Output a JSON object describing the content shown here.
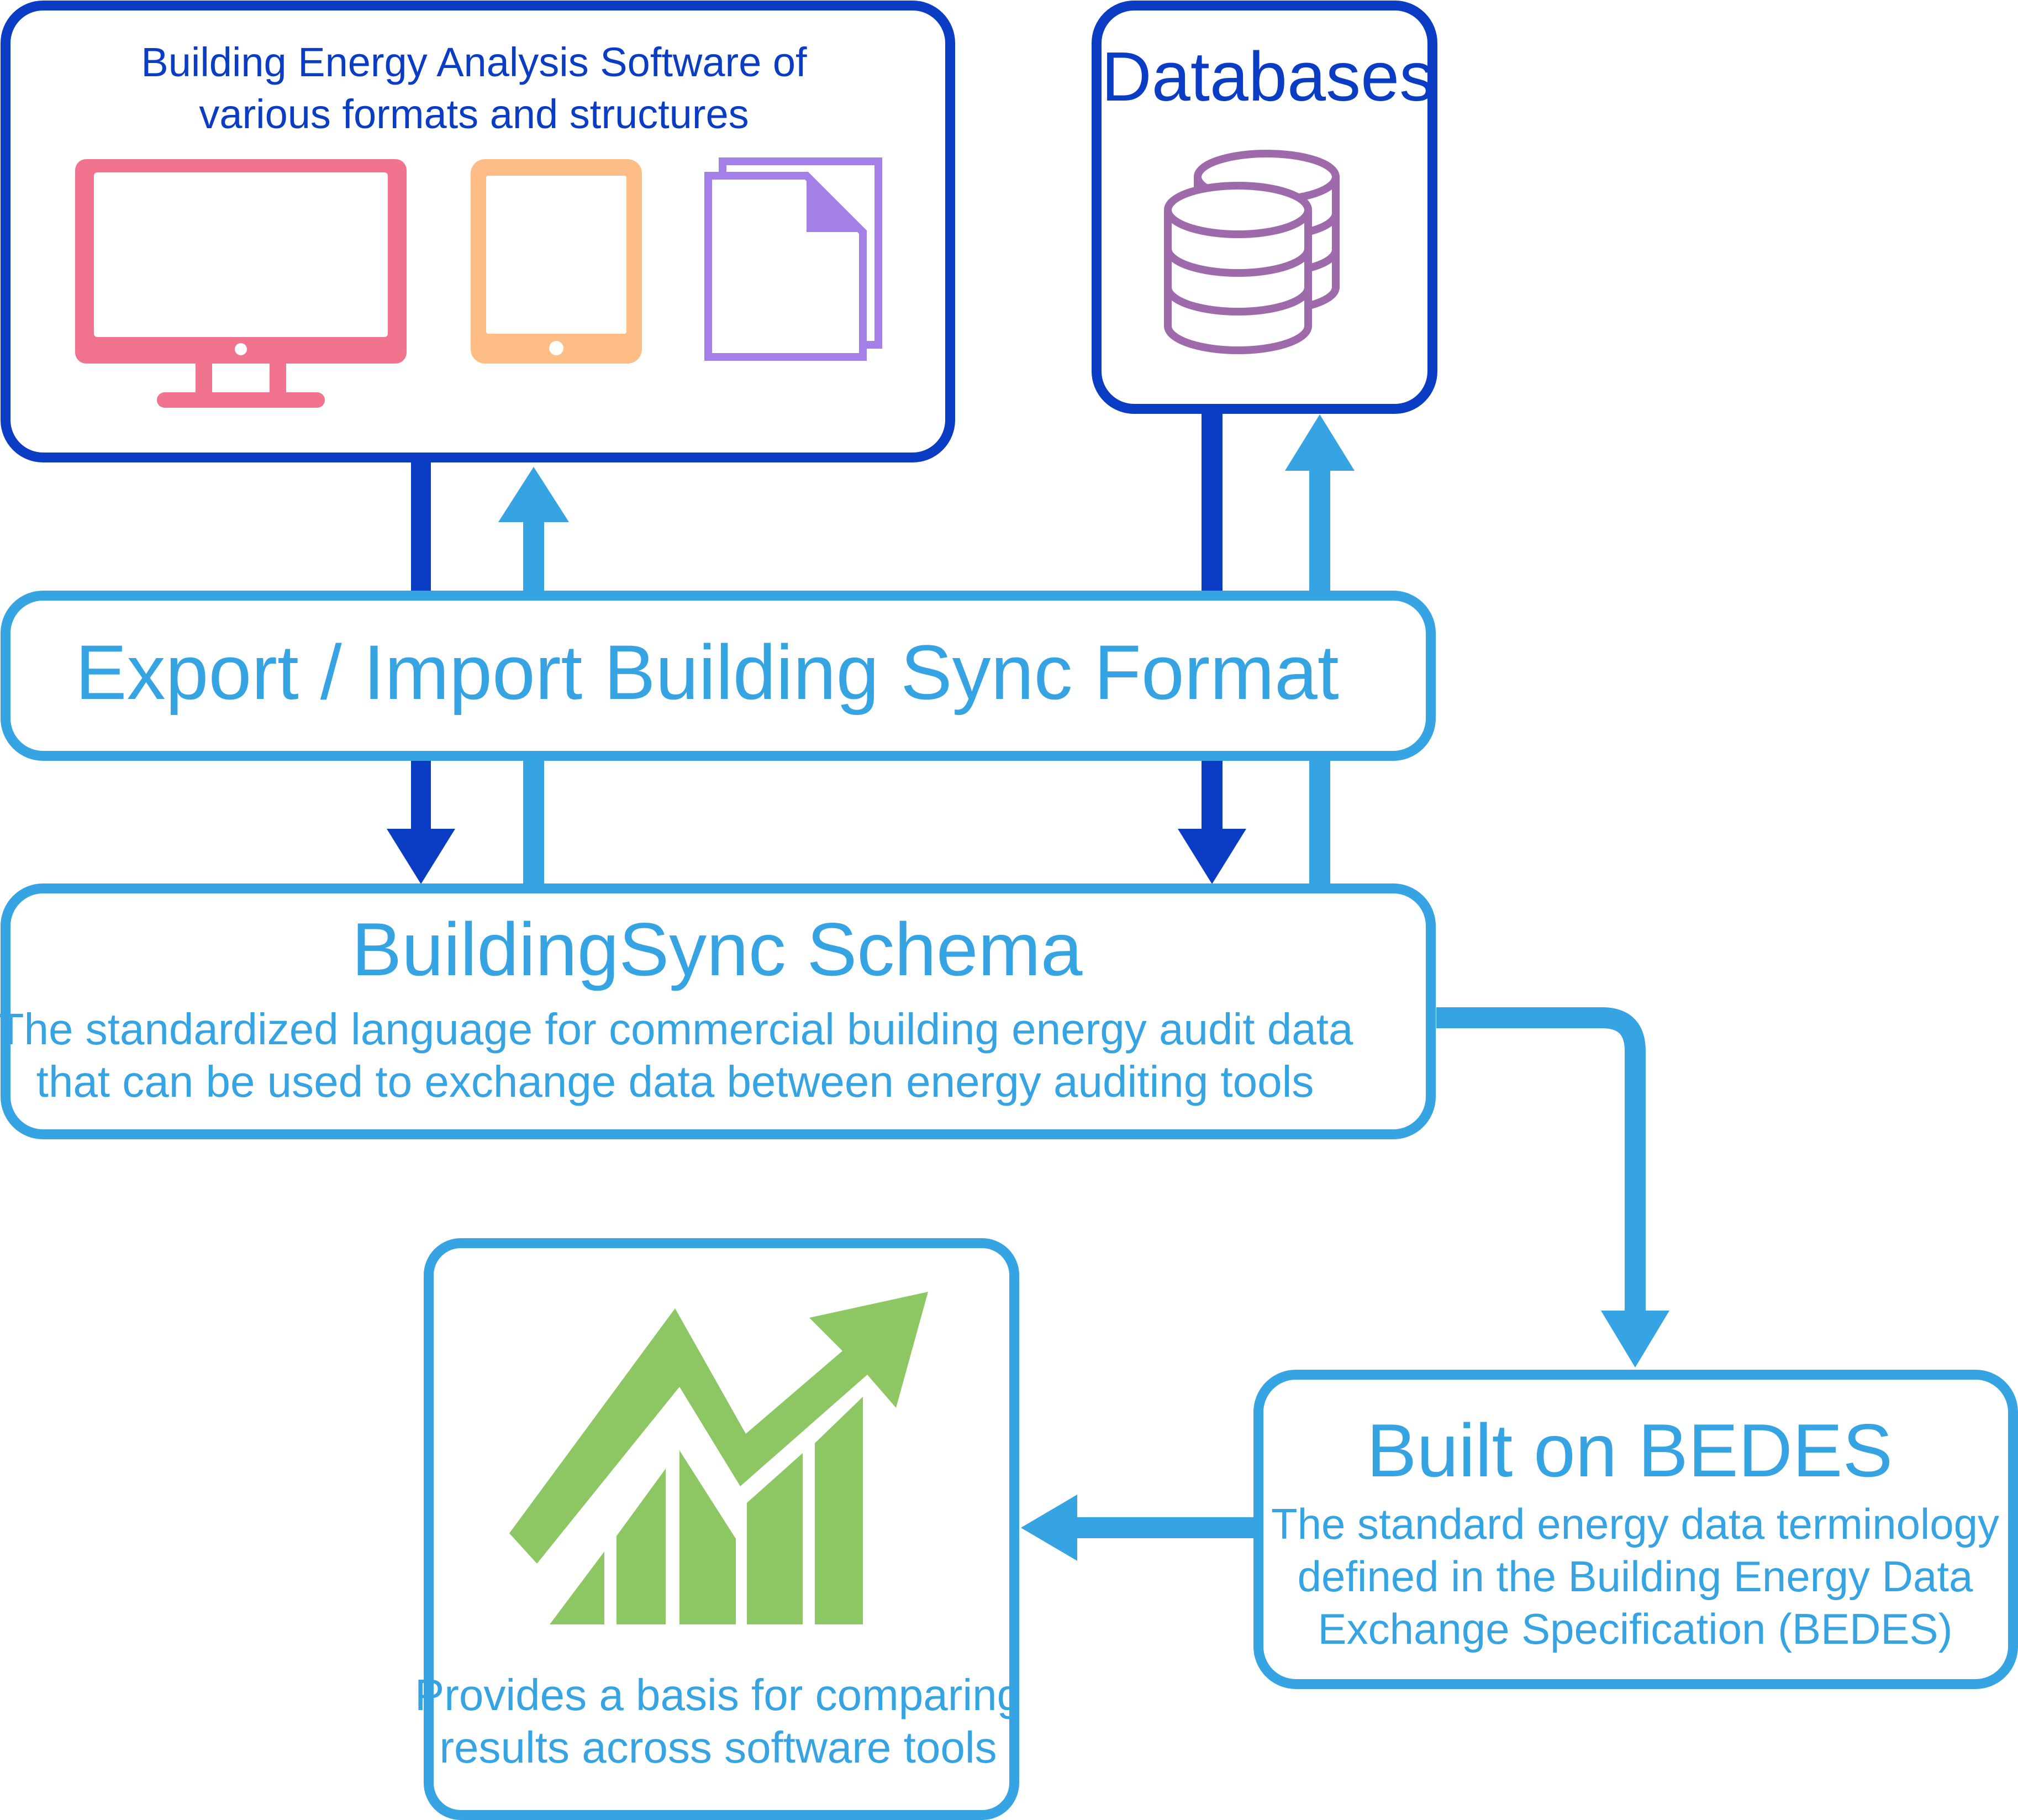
{
  "colors": {
    "dark_blue": "#0a3cc4",
    "light_blue": "#36a3e3",
    "pink": "#f2738e",
    "orange": "#fdbd85",
    "purple": "#a47fe8",
    "db_purple": "#9e6aac",
    "green": "#8dc763"
  },
  "software_box": {
    "title_line1": "Building Energy Analysis Software of",
    "title_line2": "various formats and structures",
    "icons": [
      "monitor-icon",
      "tablet-icon",
      "documents-icon"
    ]
  },
  "databases_box": {
    "title": "Databases",
    "icon": "database-icon"
  },
  "export_box": {
    "title": "Export / Import Building Sync Format"
  },
  "schema_box": {
    "title": "BuildingSync Schema",
    "desc_line1": "The standardized language for commercial building energy audit data",
    "desc_line2": "that can be used to exchange data between energy auditing tools"
  },
  "bedes_box": {
    "title": "Built on BEDES",
    "desc_line1": "The standard energy data terminology",
    "desc_line2": "defined in the Building Energy Data",
    "desc_line3": "Exchange Specification (BEDES)"
  },
  "results_box": {
    "icon": "growth-chart-icon",
    "desc_line1": "Provides a basis for comparing",
    "desc_line2": "results across software tools"
  }
}
